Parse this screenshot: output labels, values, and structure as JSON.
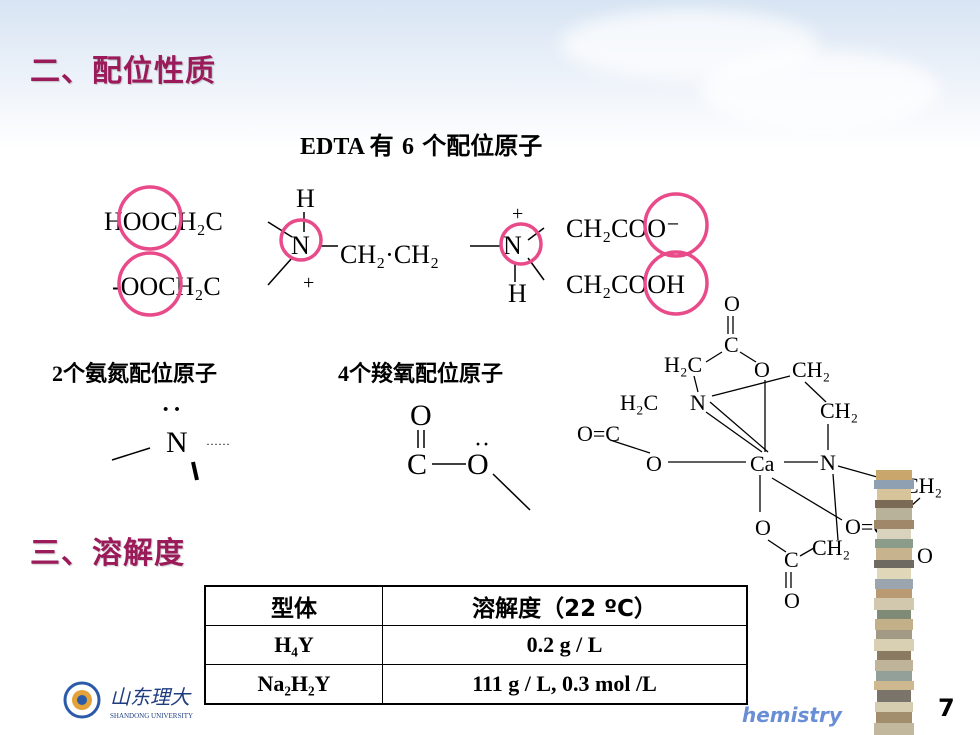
{
  "section2": {
    "title": "二、配位性质"
  },
  "section3": {
    "title": "三、溶解度"
  },
  "edta_caption": {
    "prefix": "EDTA ",
    "mid1": "有 ",
    "num": "6",
    "mid2": " 个配位原子"
  },
  "structure": {
    "left_top": "HOOCH₂C",
    "left_bottom": "-OOCH₂C",
    "h_top": "H",
    "n_left": "N",
    "plus_left": "+",
    "bridge": "CH₂·CH₂",
    "plus_right": "+",
    "n_right": "N",
    "h_bottom": "H",
    "right_top": "CH₂COO⁻",
    "right_bottom": "CH₂COOH"
  },
  "labels": {
    "n_atoms": {
      "num": "2",
      "text": "个氨氮配位原子"
    },
    "o_atoms": {
      "num": "4",
      "text": "个羧氧配位原子"
    }
  },
  "fragments": {
    "amine_n": "N",
    "amine_dots": "··",
    "amine_lone": "······",
    "carbonyl_o": "O",
    "carbonyl_c": "C",
    "ether_o": "O",
    "ether_dots": "··"
  },
  "complex": {
    "o_top": "O",
    "c_top": "C",
    "h2c_a": "H₂C",
    "o_a": "O",
    "ch2_a": "CH₂",
    "h2c_n": "H₂C",
    "n_top": "N",
    "ch2_b": "CH₂",
    "oc_left": "O=C",
    "o_left": "O",
    "ca": "Ca",
    "n_right": "N",
    "ch2_c": "CH₂",
    "o_below": "O",
    "oc_right": "O=C",
    "c_bottom": "C",
    "ch2_d": "CH₂",
    "o_far": "O",
    "o_bottom": "O"
  },
  "table": {
    "headers": [
      "型体",
      "溶解度（22 ºC）"
    ],
    "rows": [
      [
        "H₄Y",
        "0.2 g / L"
      ],
      [
        "Na₂H₂Y",
        "111 g / L,  0.3 mol /L"
      ]
    ]
  },
  "footer": {
    "brand": "hemistry",
    "page": "7",
    "univ_en": "SHANDONG UNIVERSITY",
    "univ_cn": "山东理大"
  },
  "colors": {
    "heading": "#9b1b5a",
    "highlight_circle": "#e84a8a",
    "brand": "#6a8ed6"
  }
}
